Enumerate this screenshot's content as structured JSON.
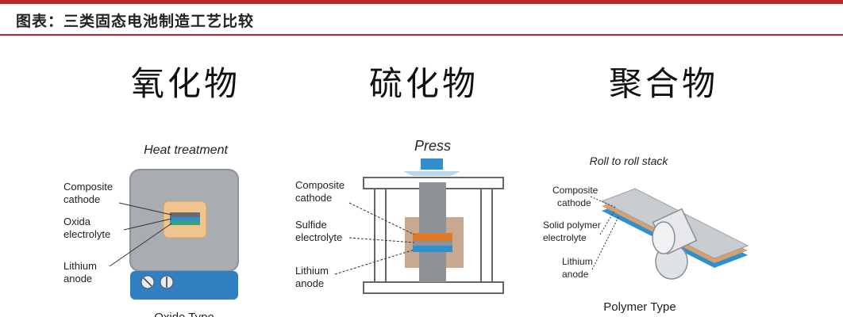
{
  "header": {
    "title": "图表：三类固态电池制造工艺比较"
  },
  "oxide": {
    "title": "氧化物",
    "process": "Heat treatment",
    "labels": {
      "cathode_1": "Composite",
      "cathode_2": "cathode",
      "electrolyte_1": "Oxida",
      "electrolyte_2": "electrolyte",
      "anode_1": "Lithium",
      "anode_2": "anode"
    },
    "type_caption": "Oxide Type"
  },
  "sulfide": {
    "title": "硫化物",
    "process": "Press",
    "labels": {
      "cathode_1": "Composite",
      "cathode_2": "cathode",
      "electrolyte_1": "Sulfide",
      "electrolyte_2": "electrolyte",
      "anode_1": "Lithium",
      "anode_2": "anode"
    }
  },
  "polymer": {
    "title": "聚合物",
    "process": "Roll to roll stack",
    "labels": {
      "cathode_1": "Composite",
      "cathode_2": "cathode",
      "electrolyte_1": "Solid polymer",
      "electrolyte_2": "electrolyte",
      "anode_1": "Lithium",
      "anode_2": "anode"
    },
    "type_caption": "Polymer Type"
  },
  "colors": {
    "accent": "#b5272d",
    "cathode": "#e9b07a",
    "electrolyte": "#2f8fd0",
    "anode": "#3aa07a",
    "metal": "#a9adb2",
    "base": "#2f7fc1"
  }
}
